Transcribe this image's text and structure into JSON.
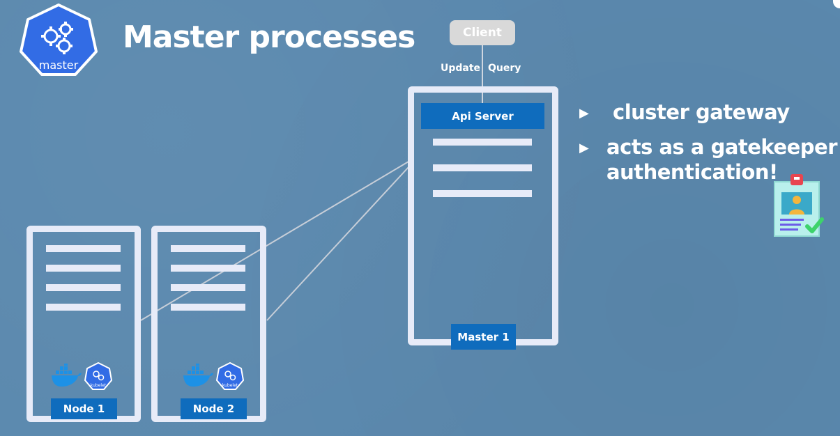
{
  "logo": {
    "label": "master",
    "icon": "kubernetes-gears-icon"
  },
  "title": "Master processes",
  "client": {
    "label": "Client"
  },
  "connection_labels": {
    "update": "Update",
    "query": "Query"
  },
  "master": {
    "api_server_label": "Api Server",
    "name": "Master 1"
  },
  "nodes": [
    {
      "name": "Node 1",
      "icons": [
        "docker-whale-icon",
        "kubelet-icon"
      ],
      "kubelet_label": "kubelet"
    },
    {
      "name": "Node 2",
      "icons": [
        "docker-whale-icon",
        "kubelet-icon"
      ],
      "kubelet_label": "kubelet"
    }
  ],
  "bullets": [
    {
      "marker": "▶",
      "text": "cluster gateway"
    },
    {
      "marker": "▶",
      "text_line1": "acts as a gatekeeper for",
      "text_line2": "authentication!"
    }
  ],
  "badge": {
    "icon": "id-badge-check-icon"
  },
  "colors": {
    "background": "#5b89ae",
    "server_border": "#e7ebf8",
    "label_blue": "#0f6cbd",
    "logo_blue": "#326ce5",
    "client_gray": "#d9d9d9",
    "docker_blue": "#1d91e6",
    "check_green": "#3dd36b"
  }
}
